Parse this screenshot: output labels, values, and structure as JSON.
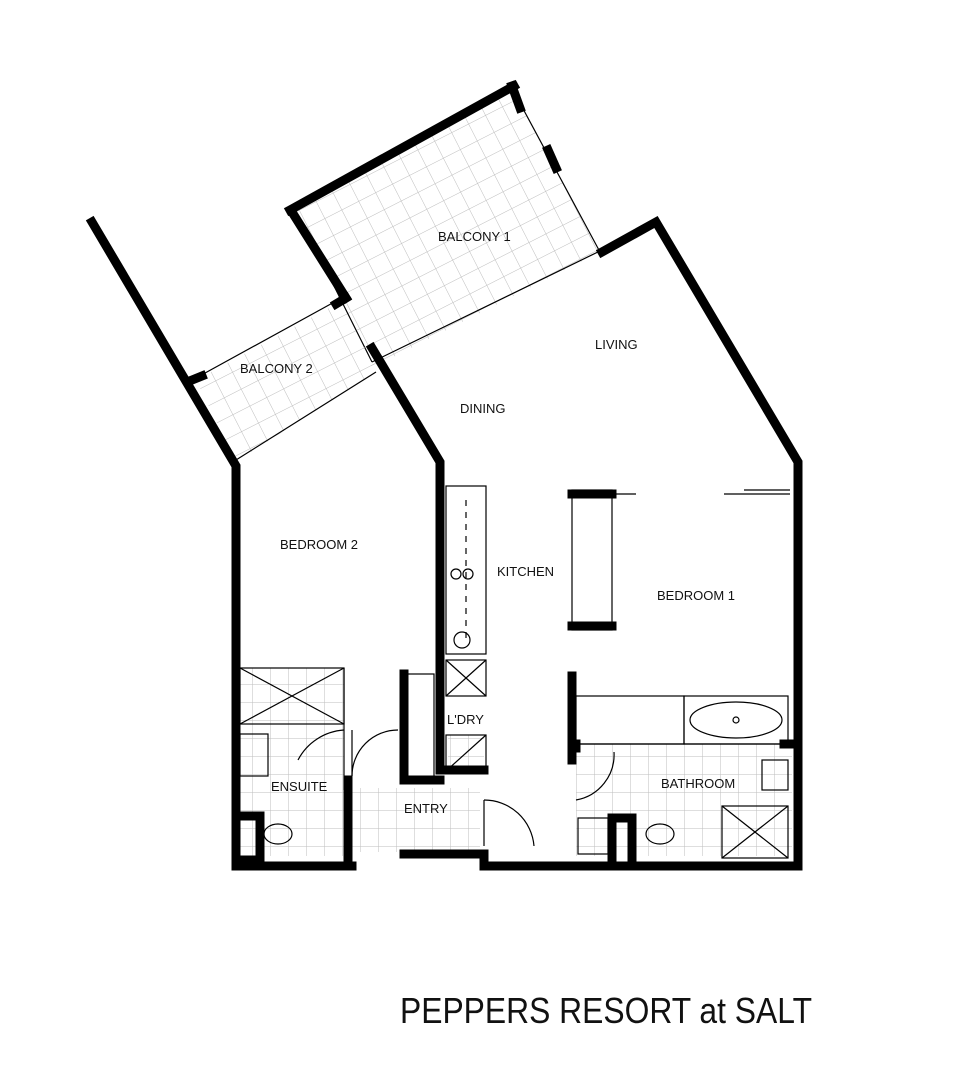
{
  "rooms": {
    "balcony1": "BALCONY 1",
    "balcony2": "BALCONY 2",
    "living": "LIVING",
    "dining": "DINING",
    "kitchen": "KITCHEN",
    "bedroom1": "BEDROOM 1",
    "bedroom2": "BEDROOM 2",
    "laundry": "L'DRY",
    "ensuite": "ENSUITE",
    "entry": "ENTRY",
    "bathroom": "BATHROOM"
  },
  "title": "PEPPERS RESORT at SALT",
  "colors": {
    "wall": "#000000",
    "tile_grid": "#bdbdbd",
    "background": "#ffffff"
  }
}
